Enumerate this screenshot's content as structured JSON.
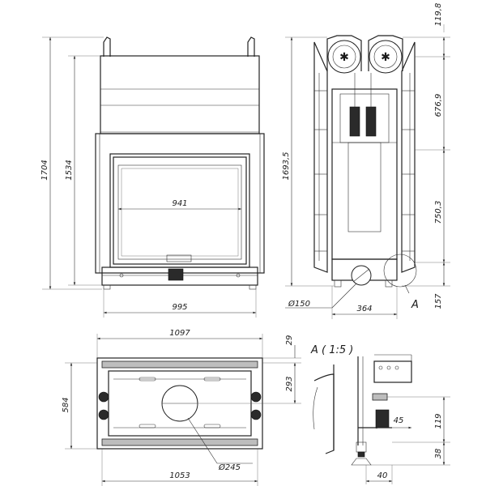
{
  "front_view": {
    "dim_total_height": "1704",
    "dim_body_height": "1534",
    "dim_glass_width": "941",
    "dim_front_width": "995"
  },
  "side_view": {
    "dim_top": "119,8",
    "dim_upper": "676,9",
    "dim_total": "1693,5",
    "dim_lower": "750,3",
    "dim_flue": "Ø150",
    "dim_depth": "364",
    "dim_base": "157",
    "detail_marker": "A"
  },
  "top_view": {
    "dim_width_total": "1097",
    "dim_width_inner": "1053",
    "dim_depth_total": "584",
    "dim_depth_a": "29",
    "dim_depth_b": "293",
    "dim_flue": "Ø245"
  },
  "detail_view": {
    "title": "A ( 1:5 )",
    "dim_a": "45",
    "dim_b": "119",
    "dim_c": "38",
    "dim_d": "40"
  }
}
